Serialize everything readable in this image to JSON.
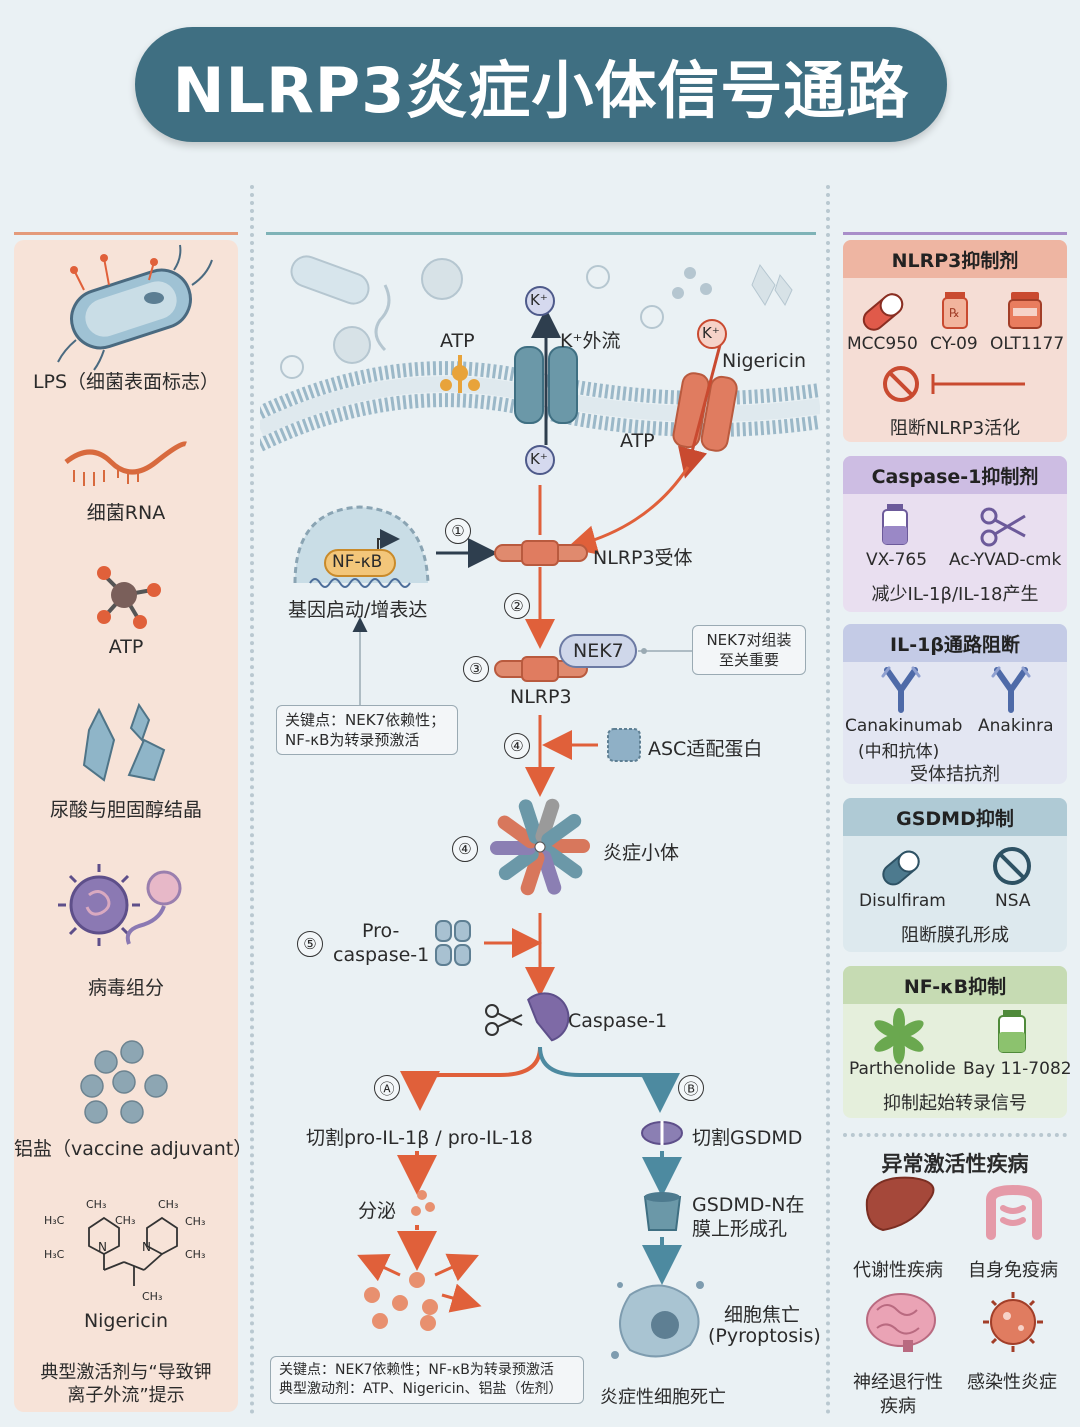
{
  "title": "NLRP3炎症小体信号通路",
  "left": {
    "lps": "LPS（细菌表面标志）",
    "rna": "细菌RNA",
    "atp": "ATP",
    "crystal": "尿酸与胆固醇结晶",
    "virus": "病毒组分",
    "alum": "铝盐（vaccine adjuvant）",
    "nigericin": "Nigericin",
    "hint1": "典型激活剂与“导致钾",
    "hint2": "离子外流”提示"
  },
  "chem": {
    "ch3": "CH₃",
    "h3c": "H₃C",
    "n": "N"
  },
  "center": {
    "k": "K⁺",
    "efflux": "K⁺外流",
    "atp": "ATP",
    "nigericin": "Nigericin",
    "nfkb": "NF-κB",
    "gene": "基因启动/增表达",
    "nlrp3_receptor": "NLRP3受体",
    "nek7": "NEK7",
    "nlrp3": "NLRP3",
    "nek7_note1": "NEK7对组装",
    "nek7_note2": "至关重要",
    "key1": "关键点：NEK7依赖性；",
    "key2": "NF-κB为转录预激活",
    "asc": "ASC适配蛋白",
    "inflammasome": "炎症小体",
    "pro": "Pro-",
    "caspase_pro": "caspase-1",
    "caspase": "Caspase-1",
    "cleave_il": "切割pro-IL-1β / pro-IL-18",
    "secrete": "分泌",
    "cleave_gsdmd": "切割GSDMD",
    "gsdmd1": "GSDMD-N在",
    "gsdmd2": "膜上形成孔",
    "pyro1": "细胞焦亡",
    "pyro2": "(Pyroptosis)",
    "death": "炎症性细胞死亡",
    "bottom1": "关键点：NEK7依赖性；NF-κB为转录预激活",
    "bottom2": "典型激动剂：ATP、Nigericin、铝盐（佐剂）",
    "steps": [
      "①",
      "②",
      "③",
      "④",
      "④",
      "⑤",
      "Ⓐ",
      "Ⓑ"
    ]
  },
  "right": {
    "nlrp3_inh": {
      "title": "NLRP3抑制剂",
      "items": [
        "MCC950",
        "CY-09",
        "OLT1177"
      ],
      "note": "阻断NLRP3活化",
      "rx": "℞"
    },
    "casp_inh": {
      "title": "Caspase-1抑制剂",
      "items": [
        "VX-765",
        "Ac-YVAD-cmk"
      ],
      "note": "减少IL-1β/IL-18产生"
    },
    "il1": {
      "title": "IL-1β通路阻断",
      "a": "Canakinumab",
      "a2": "(中和抗体)",
      "b": "Anakinra",
      "note": "受体拮抗剂"
    },
    "gsdmd": {
      "title": "GSDMD抑制",
      "items": [
        "Disulfiram",
        "NSA"
      ],
      "note": "阻断膜孔形成"
    },
    "nfkb": {
      "title": "NF-κB抑制",
      "items": [
        "Parthenolide",
        "Bay 11-7082"
      ],
      "note": "抑制起始转录信号"
    },
    "disease": {
      "title": "异常激活性疾病",
      "items": [
        "代谢性疾病",
        "自身免疫病",
        "神经退行性",
        "感染性炎症"
      ],
      "item3b": "疾病"
    }
  },
  "colors": {
    "title_bg": "#3f6f82",
    "accent": "#e0603a",
    "teal": "#4d8aa0",
    "membrane": "#9bb8c8"
  }
}
